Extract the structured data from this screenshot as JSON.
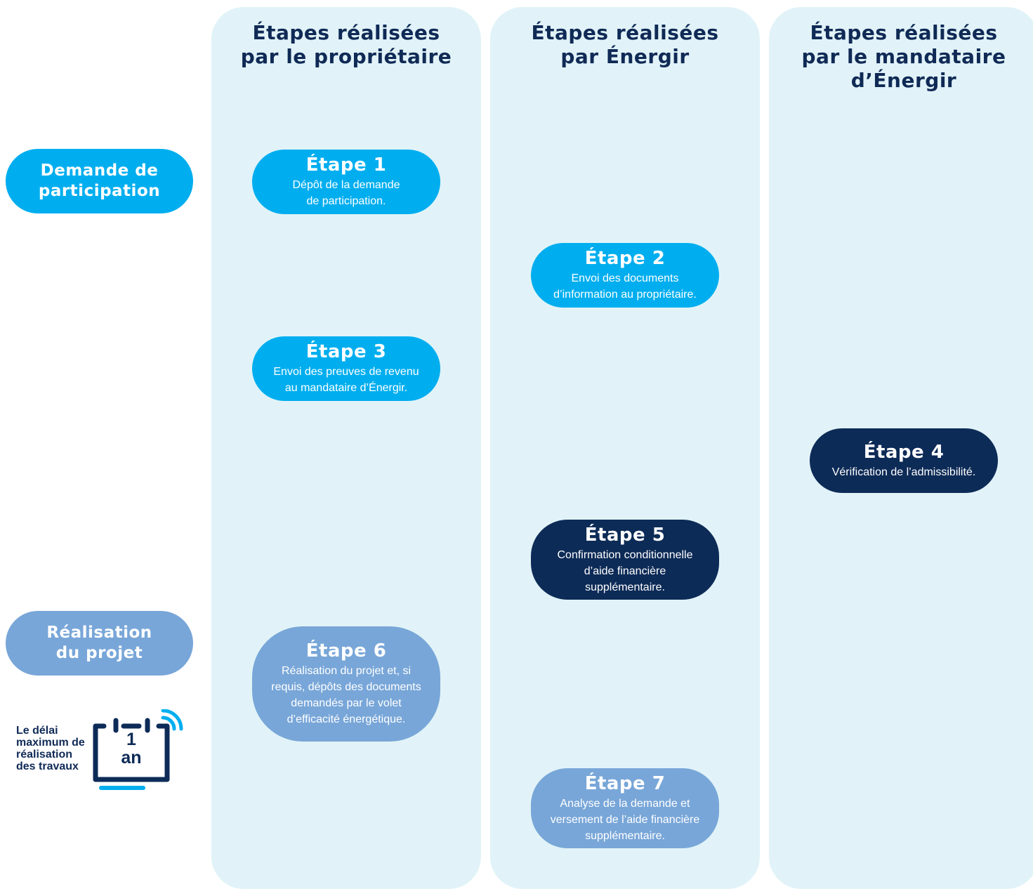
{
  "colors": {
    "lane_background": "#e1f3f8",
    "title_text": "#102a56",
    "bright_blue": "#00aeef",
    "navy": "#0d2b57",
    "soft_blue": "#78a6d8"
  },
  "lanes": [
    {
      "title": "Étapes réalisées\npar le propriétaire"
    },
    {
      "title": "Étapes réalisées\npar Énergir"
    },
    {
      "title": "Étapes réalisées\npar le mandataire\nd’Énergir"
    }
  ],
  "phases": {
    "request": "Demande de\nparticipation",
    "completion": "Réalisation\ndu projet"
  },
  "steps": [
    {
      "title": "Étape 1",
      "text": "Dépôt de la demande\nde participation."
    },
    {
      "title": "Étape 2",
      "text": "Envoi des documents\nd’information au propriétaire."
    },
    {
      "title": "Étape 3",
      "text": "Envoi des preuves de revenu\nau mandataire d’Énergir."
    },
    {
      "title": "Étape 4",
      "text": "Vérification de l’admissibilité."
    },
    {
      "title": "Étape 5",
      "text": "Confirmation conditionnelle\nd’aide financière\nsupplémentaire."
    },
    {
      "title": "Étape 6",
      "text": "Réalisation du projet et, si\nrequis, dépôts des documents\ndemandés par le volet\nd’efficacité énergétique."
    },
    {
      "title": "Étape 7",
      "text": "Analyse de la demande et\nversement de l’aide financière\nsupplémentaire."
    }
  ],
  "deadline": {
    "text": "Le délai\nmaximum de\nréalisation\ndes travaux",
    "calendar_text": "1\nan",
    "icon": "calendar-icon"
  }
}
